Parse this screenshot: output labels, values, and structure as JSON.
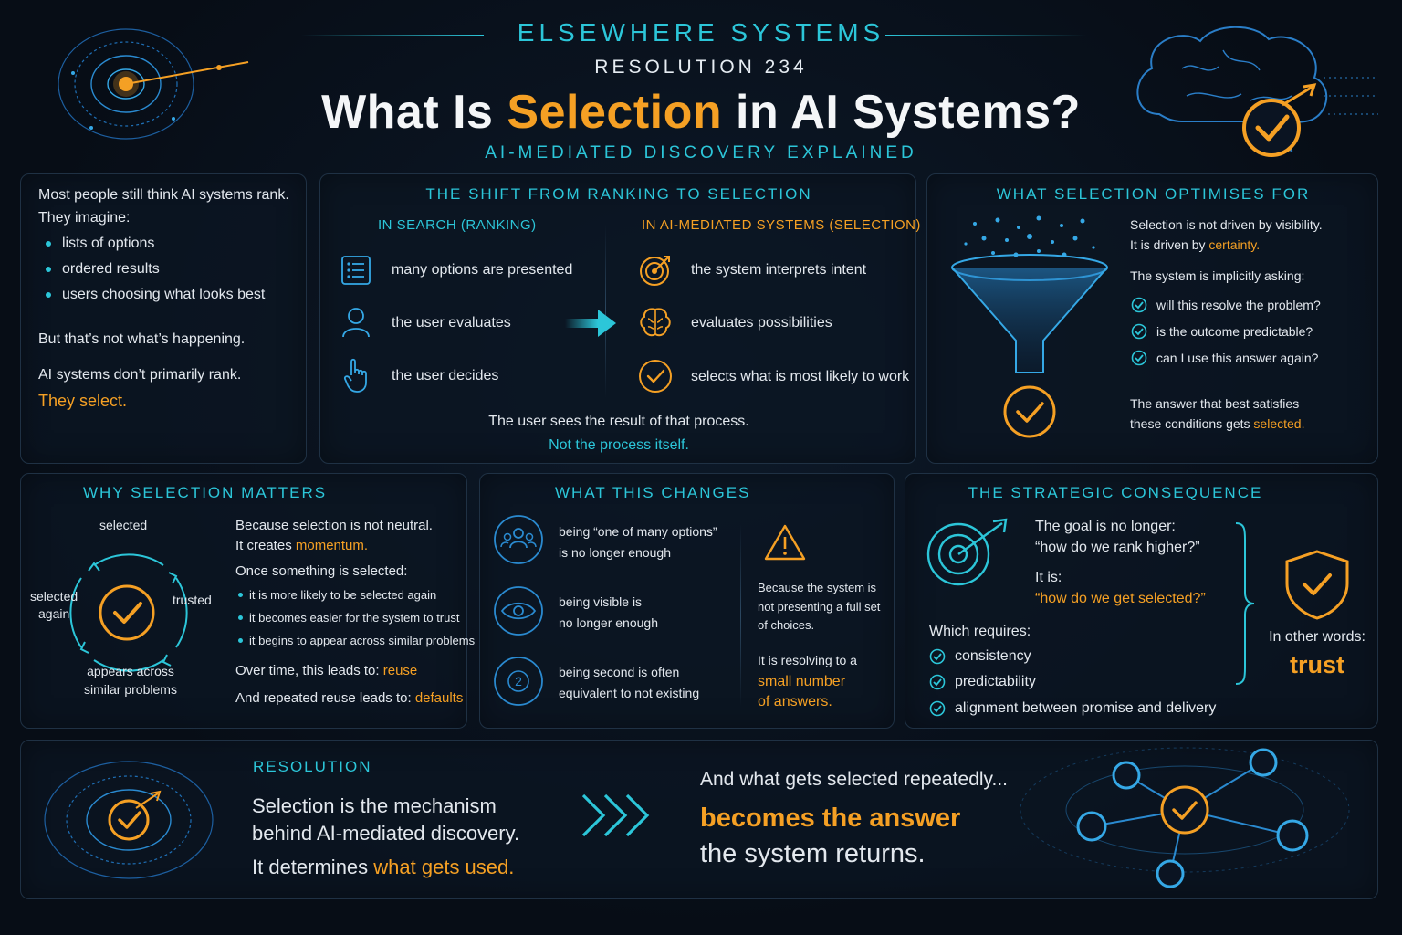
{
  "header": {
    "brand": "ELSEWHERE SYSTEMS",
    "resolution": "RESOLUTION 234",
    "title_pre": "What Is ",
    "title_highlight": "Selection",
    "title_post": " in AI Systems?",
    "subtitle": "AI-MEDIATED DISCOVERY EXPLAINED"
  },
  "intro": {
    "line1": "Most people still think AI systems rank.",
    "line2": "They imagine:",
    "bullets": [
      "lists of options",
      "ordered results",
      "users choosing what looks best"
    ],
    "line3": "But that’s not what’s happening.",
    "line4": "AI systems don’t primarily rank.",
    "line5": "They select."
  },
  "shift": {
    "title": "THE SHIFT FROM RANKING TO SELECTION",
    "left_heading": "IN SEARCH (RANKING)",
    "right_heading": "IN AI-MEDIATED SYSTEMS (SELECTION)",
    "left_items": [
      "many options are presented",
      "the user evaluates",
      "the user decides"
    ],
    "right_items": [
      "the system interprets intent",
      "evaluates possibilities",
      "selects what is most likely to work"
    ],
    "footer1": "The user sees the result of that process.",
    "footer2": "Not the process itself."
  },
  "optimises": {
    "title": "WHAT SELECTION OPTIMISES FOR",
    "line1": "Selection is not driven by visibility.",
    "line2_pre": "It is driven by ",
    "line2_highlight": "certainty.",
    "line3": "The system is implicitly asking:",
    "checks": [
      "will this resolve the problem?",
      "is the outcome predictable?",
      "can I use this answer again?"
    ],
    "line4": "The answer that best satisfies",
    "line5_pre": "these conditions gets ",
    "line5_highlight": "selected."
  },
  "why": {
    "title": "WHY SELECTION MATTERS",
    "cycle": {
      "top": "selected",
      "right": "trusted",
      "bottom1": "appears across",
      "bottom2": "similar problems",
      "left1": "selected",
      "left2": "again"
    },
    "line1": "Because selection is not neutral.",
    "line2_pre": "It creates ",
    "line2_highlight": "momentum.",
    "line3": "Once something is selected:",
    "bullets": [
      "it is more likely to be selected again",
      "it becomes easier for the system to trust",
      "it begins to appear across similar problems"
    ],
    "line4_pre": "Over time, this leads to: ",
    "line4_highlight": "reuse",
    "line5_pre": "And repeated reuse leads to: ",
    "line5_highlight": "defaults"
  },
  "changes": {
    "title": "WHAT THIS CHANGES",
    "items": [
      {
        "l1": "being “one of many options”",
        "l2": "is no longer enough"
      },
      {
        "l1": "being visible is",
        "l2": "no longer enough"
      },
      {
        "l1": "being second is often",
        "l2": "equivalent to not existing"
      }
    ],
    "badge_number": "2",
    "side1": "Because the system is",
    "side2": "not presenting a full set",
    "side3": "of choices.",
    "side4": "It is resolving to a",
    "side5": "small number",
    "side6": "of answers."
  },
  "strategic": {
    "title": "THE STRATEGIC CONSEQUENCE",
    "line1": "The goal is no longer:",
    "line2": "“how do we rank higher?”",
    "line3": "It is:",
    "line4": "“how do we get selected?”",
    "line5": "Which requires:",
    "checks": [
      "consistency",
      "predictability",
      "alignment between promise and delivery"
    ],
    "other": "In other words:",
    "trust": "trust"
  },
  "resolution": {
    "title": "RESOLUTION",
    "line1": "Selection is the mechanism",
    "line2": "behind AI-mediated discovery.",
    "line3_pre": "It determines ",
    "line3_highlight": "what gets used.",
    "right1": "And what gets selected repeatedly...",
    "right2": "becomes the answer",
    "right3": "the system returns."
  },
  "colors": {
    "accent_cyan": "#2cc6d9",
    "accent_orange": "#f5a024",
    "background": "#070d16"
  },
  "icons": [
    "radar-icon",
    "brain-check-icon",
    "list-icon",
    "user-icon",
    "pointer-hand-icon",
    "arrow-right-icon",
    "target-icon",
    "brain-icon",
    "check-circle-icon",
    "funnel-icon",
    "cycle-arrows-icon",
    "group-icon",
    "eye-icon",
    "number-badge-icon",
    "warning-icon",
    "target-arrow-icon",
    "shield-check-icon",
    "chevrons-right-icon",
    "network-icon"
  ]
}
